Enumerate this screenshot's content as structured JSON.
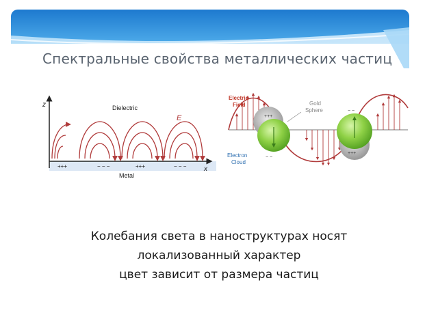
{
  "slide": {
    "title": "Спектральные свойства металлических частиц",
    "body_lines": [
      "Колебания света в наноструктурах носят",
      "локализованный характер",
      "цвет зависит от размера частиц"
    ]
  },
  "diagram_left": {
    "axis_z": "z",
    "axis_x": "x",
    "dielectric_label": "Dielectric",
    "field_label": "E",
    "metal_label": "Metal",
    "charges": [
      "+++",
      "− − −",
      "+++",
      "− − −"
    ]
  },
  "diagram_right": {
    "electric_field_label": [
      "Electric",
      "Field"
    ],
    "gold_sphere_label": [
      "Gold",
      "Sphere"
    ],
    "electron_cloud_label": [
      "Electron",
      "Cloud"
    ],
    "charges": [
      "+++",
      "− −",
      "− −",
      "+++"
    ]
  },
  "colors": {
    "banner_blue": "#2f8fd8",
    "field_red": "#b03a3a",
    "sphere_green": "#7cc63a",
    "label_red": "#c0392b",
    "label_blue": "#2e6fb0",
    "metal_blue": "#dde8f5"
  }
}
